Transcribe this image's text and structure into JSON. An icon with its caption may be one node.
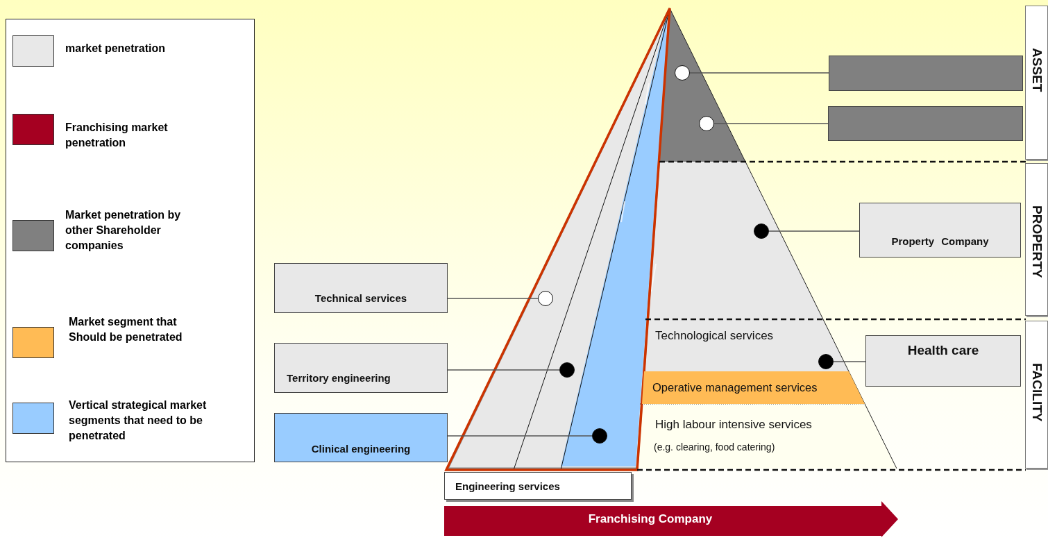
{
  "diagram": {
    "nodes": [
      {
        "text": [
          "Technical services"
        ]
      },
      {
        "text": [
          "Territory engineering"
        ]
      },
      {
        "text": [
          "Clinical engineering"
        ]
      },
      {
        "text": [],
        "shape": "box"
      },
      {
        "text": [],
        "shape": "box"
      },
      {
        "text": [
          "Property Company"
        ]
      },
      {
        "text": [
          "Health care"
        ]
      },
      {
        "text": [
          "Engineering services"
        ]
      },
      {
        "text": [
          "Franchising Company"
        ]
      },
      {
        "text": [
          "ASSET"
        ]
      },
      {
        "text": [
          "PROPERTY"
        ]
      },
      {
        "text": [
          "FACILITY"
        ]
      },
      {
        "text": [
          "Operative management services"
        ]
      },
      {
        "text": [],
        "shape": "circle"
      },
      {
        "text": [],
        "shape": "circle"
      },
      {
        "text": [],
        "shape": "circle"
      },
      {
        "text": [],
        "shape": "circle"
      },
      {
        "text": [],
        "shape": "circle"
      },
      {
        "text": [],
        "shape": "circle"
      },
      {
        "text": [],
        "shape": "circle"
      }
    ],
    "edges": [
      {
        "from": 3,
        "to": 13,
        "arrow": "none"
      },
      {
        "from": 4,
        "to": 14,
        "arrow": "none"
      },
      {
        "from": 5,
        "to": 15,
        "arrow": "none"
      },
      {
        "from": 0,
        "to": 16,
        "arrow": "none"
      },
      {
        "from": 6,
        "to": 17,
        "arrow": "none"
      },
      {
        "from": 1,
        "to": 18,
        "arrow": "none"
      },
      {
        "from": 2,
        "to": 19,
        "arrow": "none"
      }
    ],
    "labels": [
      "Technological services",
      "High labour intensive services",
      "(e.g. clearing, food catering)"
    ],
    "legend": [
      {
        "text": "market penetration",
        "color": "#e8e8e8"
      },
      {
        "text": "Franchising market penetration",
        "color": "#a50021"
      },
      {
        "text": "Market penetration by other Shareholder companies",
        "color": "#808080"
      },
      {
        "text": "Market segment that Should be penetrated",
        "color": "#ffbb55"
      },
      {
        "text": "Vertical strategical market segments that need to be penetrated",
        "color": "#99ccff"
      }
    ]
  }
}
